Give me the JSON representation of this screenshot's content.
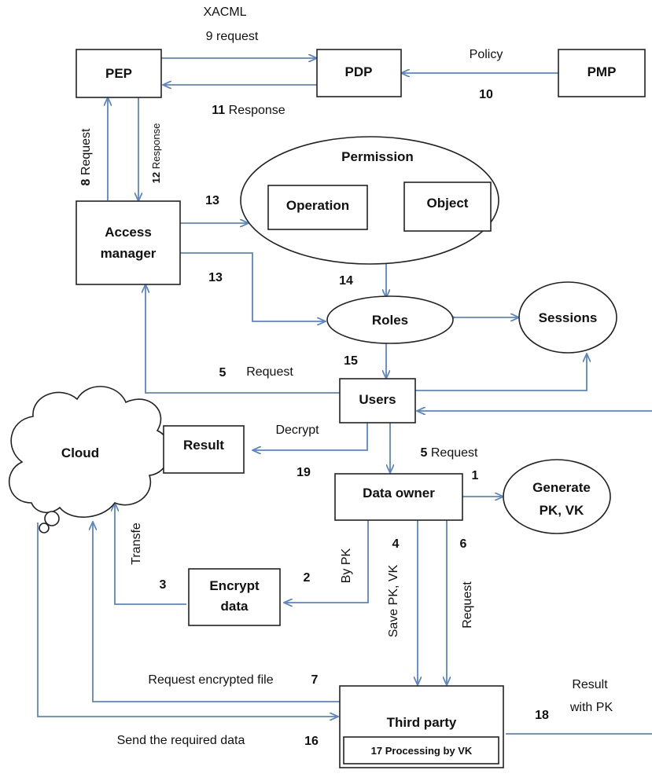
{
  "nodes": {
    "pep": "PEP",
    "pdp": "PDP",
    "pmp": "PMP",
    "permission": "Permission",
    "operation": "Operation",
    "object": "Object",
    "access_manager_line1": "Access",
    "access_manager_line2": "manager",
    "roles": "Roles",
    "sessions": "Sessions",
    "users": "Users",
    "cloud": "Cloud",
    "result": "Result",
    "data_owner": "Data owner",
    "generate_line1": "Generate",
    "generate_line2": "PK, VK",
    "encrypt_line1": "Encrypt",
    "encrypt_line2": "data",
    "third_party": "Third party",
    "processing_num": "17",
    "processing_text": "Processing by",
    "processing_vk": "VK"
  },
  "edges": {
    "xacml": "XACML",
    "req9_num": "9",
    "req9_text": "request",
    "policy": "Policy",
    "num10": "10",
    "resp11_num": "11",
    "resp11_text": "Response",
    "req8_num": "8",
    "req8_text": "Request",
    "resp12_num": "12",
    "resp12_text": "Response",
    "num13a": "13",
    "num13b": "13",
    "num14": "14",
    "num15": "15",
    "req5a_num": "5",
    "req5a_text": "Request",
    "decrypt": "Decrypt",
    "req5b_num": "5",
    "req5b_text": "Request",
    "num19": "19",
    "num1": "1",
    "num4": "4",
    "save_pkvk": "Save PK, VK",
    "num6": "6",
    "request6": "Request",
    "by_pk": "By PK",
    "num2": "2",
    "num3": "3",
    "transfe": "Transfe",
    "req_encrypted": "Request encrypted file",
    "num7": "7",
    "result_with_line1": "Result",
    "result_with_line2": "with PK",
    "num18": "18",
    "send_required": "Send the required data",
    "num16": "16"
  }
}
